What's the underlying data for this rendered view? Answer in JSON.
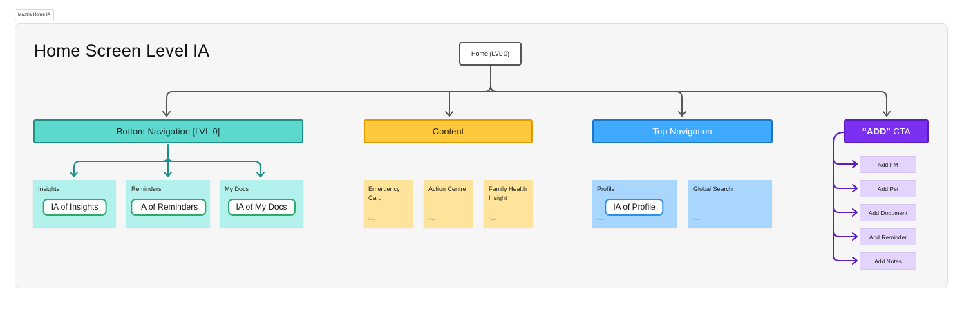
{
  "frame_label": "Mastra Home IA",
  "title": "Home Screen Level IA",
  "root": "Home (LVL 0)",
  "categories": {
    "bottom_nav": {
      "label": "Bottom Navigation [LVL 0]",
      "bg": "#5cd8cc",
      "border": "#1d8f84"
    },
    "content": {
      "label": "Content",
      "bg": "#ffc83d",
      "border": "#e09a00"
    },
    "top_nav": {
      "label": "Top Navigation",
      "bg": "#3fa9fb",
      "border": "#1976c8"
    },
    "add_cta": {
      "label_quoted": "“ADD”",
      "label_rest": " CTA",
      "bg": "#7b2ff0",
      "border": "#5a1cc0"
    }
  },
  "bottom_nav_children": [
    {
      "label": "Insights",
      "pill": "IA of Insights"
    },
    {
      "label": "Reminders",
      "pill": "IA of Reminders"
    },
    {
      "label": "My Docs",
      "pill": "IA of My Docs"
    }
  ],
  "content_children": [
    {
      "label": "Emergency Card",
      "author": "Payal"
    },
    {
      "label": "Action Centre",
      "author": "Payal"
    },
    {
      "label": "Family Health Insight",
      "author": "Payal"
    }
  ],
  "top_nav_children": [
    {
      "label": "Profile",
      "pill": "IA of Profile",
      "author": "Payal"
    },
    {
      "label": "Global Search",
      "author": "Payal"
    }
  ],
  "add_cta_children": [
    "Add FM",
    "Add Pet",
    "Add Document",
    "Add Reminder",
    "Add Notes"
  ],
  "colors": {
    "teal_sticky": "#b3f2ec",
    "yellow_sticky": "#fde49a",
    "blue_sticky": "#a9d6fd",
    "purple_item": "#e3d4fb",
    "connector_gray": "#555555",
    "connector_teal": "#1d8f84",
    "connector_purple": "#5a1cc0"
  }
}
